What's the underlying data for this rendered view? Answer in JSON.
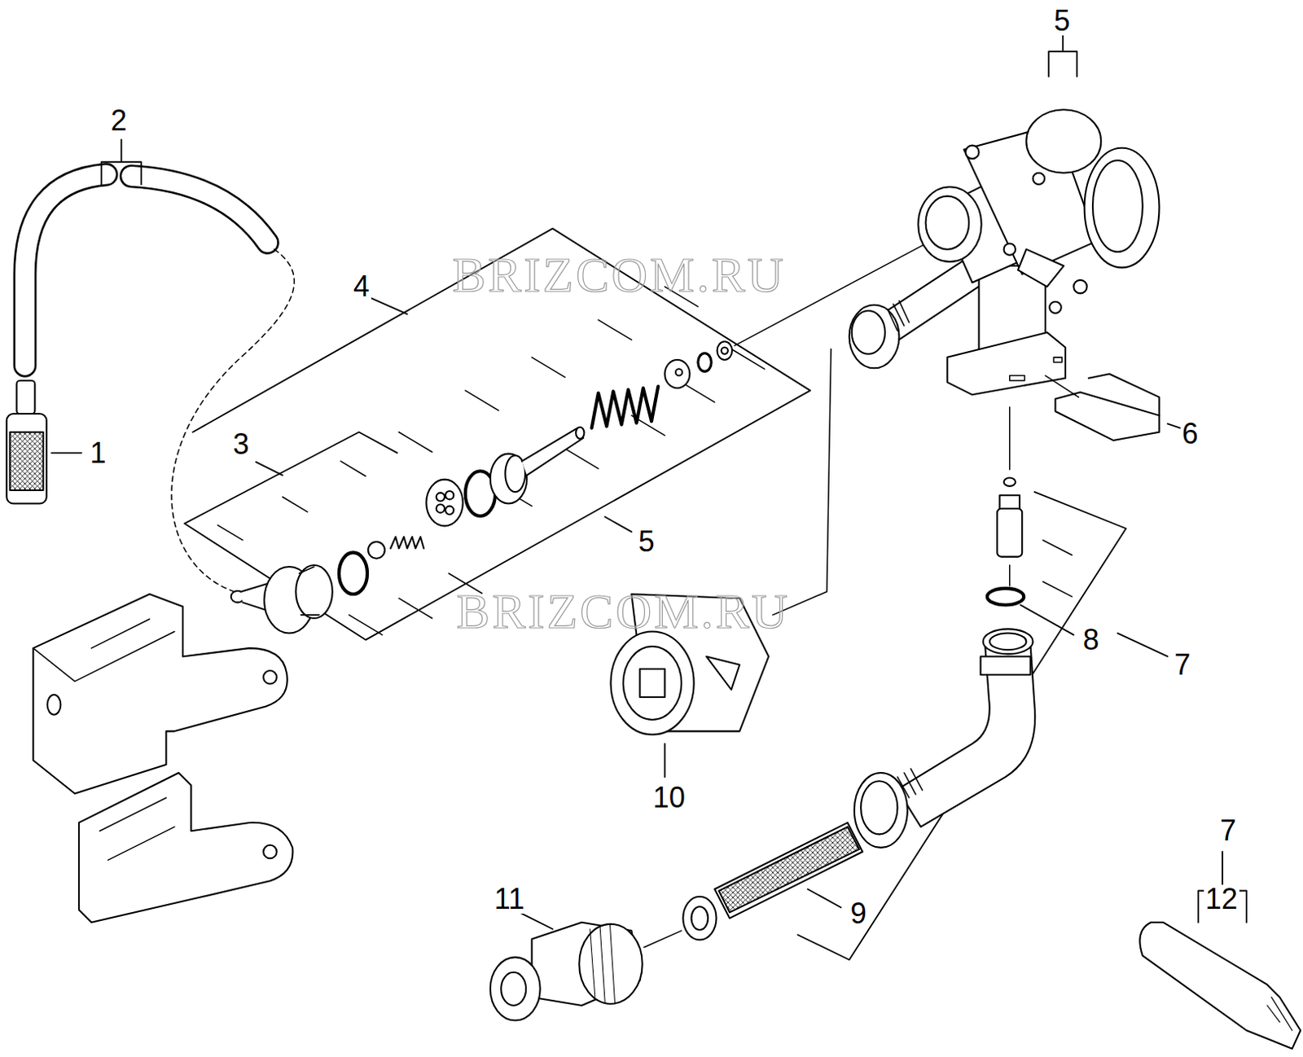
{
  "diagram": {
    "labels": [
      "5",
      "2",
      "BRIZCOM.RU",
      "4",
      "3",
      "1",
      "6",
      "5",
      "BRIZCOM.RU",
      "8",
      "7",
      "10",
      "7",
      "12",
      "11",
      "9"
    ]
  }
}
